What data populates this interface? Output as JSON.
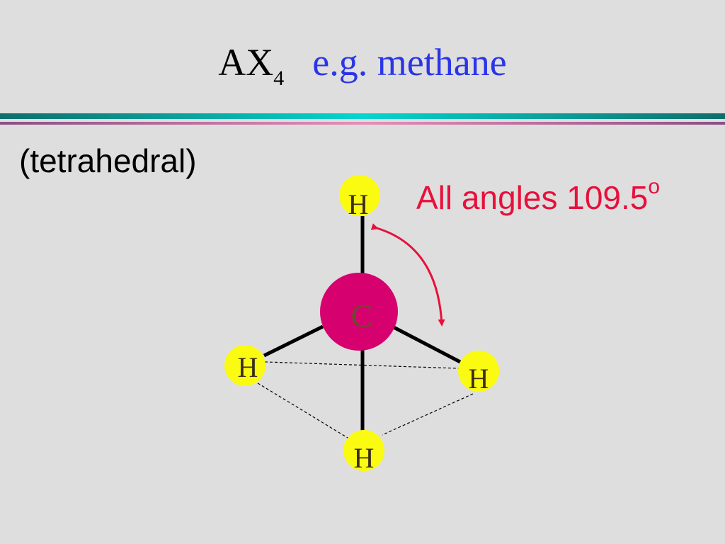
{
  "title": {
    "main": "AX",
    "subscript": "4",
    "example": "e.g. methane"
  },
  "subtitle": "(tetrahedral)",
  "angle_label": {
    "text": "All angles 109.5",
    "superscript": "o"
  },
  "atoms": {
    "center": "C",
    "top": "H",
    "left": "H",
    "right": "H",
    "bottom": "H"
  },
  "colors": {
    "background": "#dedede",
    "title_text": "#000000",
    "title_example": "#2b35e8",
    "angle_text": "#e8103b",
    "carbon_fill": "#d6006f",
    "carbon_text": "#6b4b2a",
    "hydrogen_fill": "#fbfb12",
    "hydrogen_text": "#3a2e1a",
    "bond": "#000000",
    "rule_teal": "#0f6e6b",
    "rule_cyan": "#06d5ce",
    "rule_purple": "#8a4f86",
    "rule_pink": "#e58fb8"
  }
}
